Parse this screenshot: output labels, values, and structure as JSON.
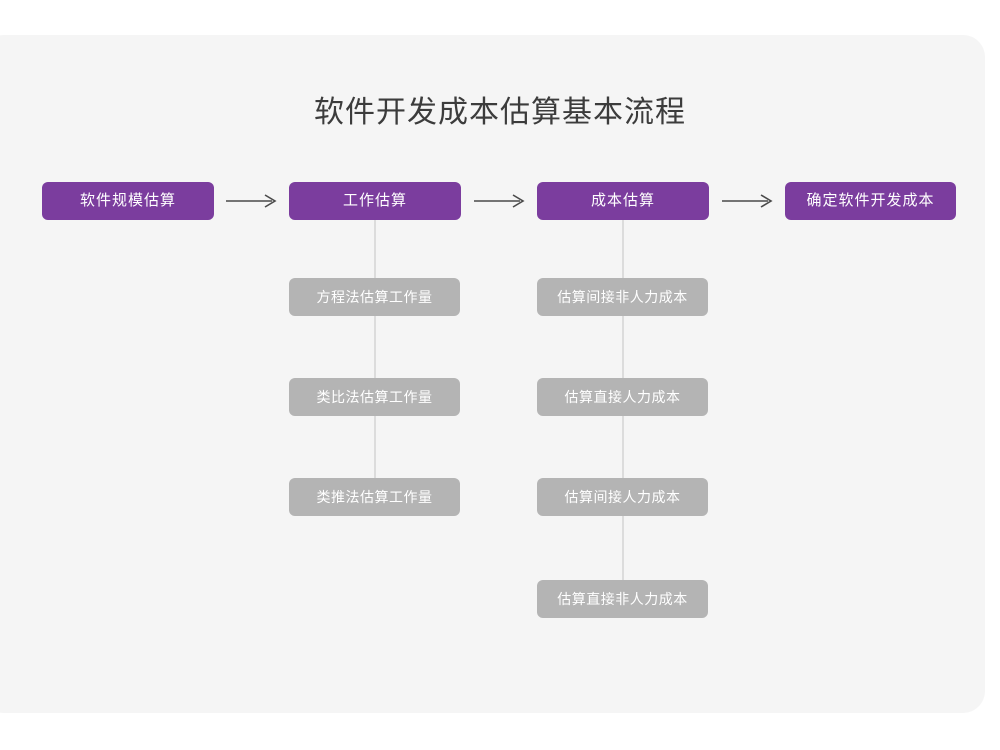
{
  "diagram": {
    "title": "软件开发成本估算基本流程",
    "background_color": "#f5f5f5",
    "page_background": "#ffffff",
    "primary_color": "#7b3d9e",
    "secondary_color": "#b4b4b4",
    "line_color": "#dcdcdc",
    "title_color": "#3c3c3c",
    "stages": [
      {
        "id": "stage-1",
        "label": "软件规模估算",
        "substeps": []
      },
      {
        "id": "stage-2",
        "label": "工作估算",
        "substeps": [
          {
            "label": "方程法估算工作量"
          },
          {
            "label": "类比法估算工作量"
          },
          {
            "label": "类推法估算工作量"
          }
        ]
      },
      {
        "id": "stage-3",
        "label": "成本估算",
        "substeps": [
          {
            "label": "估算间接非人力成本"
          },
          {
            "label": "估算直接人力成本"
          },
          {
            "label": "估算间接人力成本"
          },
          {
            "label": "估算直接非人力成本"
          }
        ]
      },
      {
        "id": "stage-4",
        "label": "确定软件开发成本",
        "substeps": []
      }
    ],
    "connectors": [
      {
        "from": "stage-1",
        "to": "stage-2",
        "icon": "arrow-right-icon"
      },
      {
        "from": "stage-2",
        "to": "stage-3",
        "icon": "arrow-right-icon"
      },
      {
        "from": "stage-3",
        "to": "stage-4",
        "icon": "arrow-right-icon"
      }
    ]
  }
}
